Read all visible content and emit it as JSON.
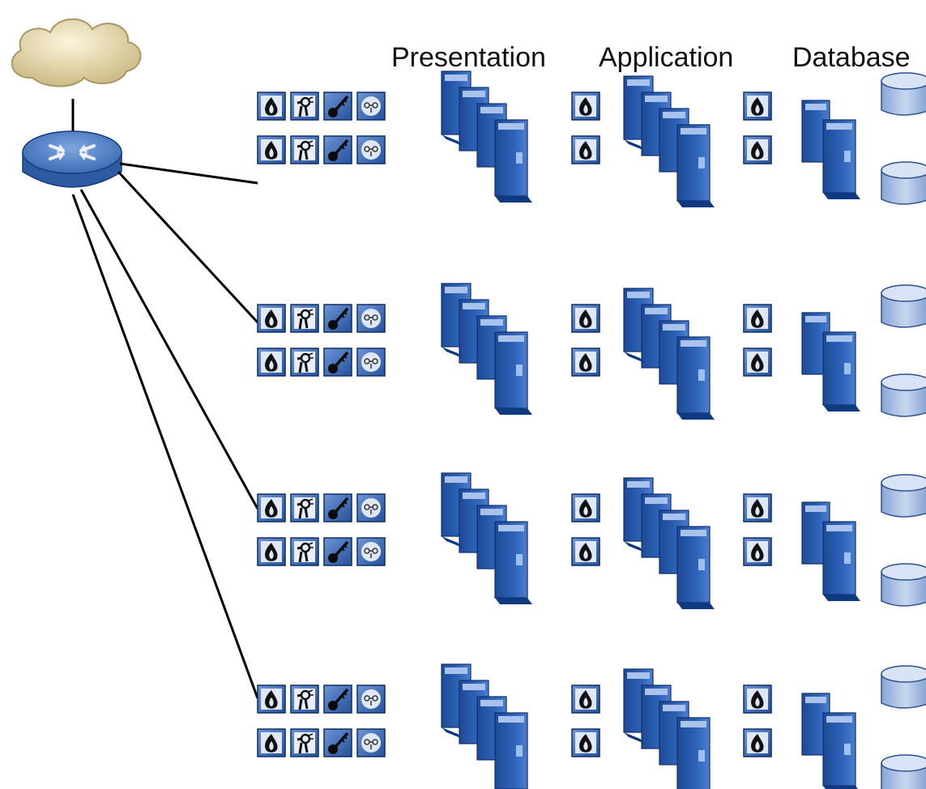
{
  "header": {
    "columns": [
      {
        "label": "Presentation"
      },
      {
        "label": "Application"
      },
      {
        "label": "Database"
      }
    ]
  },
  "colors": {
    "server_dark": "#1f4e9a",
    "server_mid": "#3b6fc2",
    "server_light": "#8fb1e6",
    "icon_tile": "#3a68b5",
    "router": "#4f7fc4",
    "cloud": "#cfc08e",
    "db": "#a9bfe4",
    "link": "#000000"
  },
  "icons": {
    "internet": "cloud-icon",
    "router": "router-icon",
    "security_modules": [
      "antivirus-flame-icon",
      "intrusion-detection-icon",
      "key-icon",
      "monitor-icon"
    ],
    "server": "server-tower-icon",
    "database": "database-cylinder-icon"
  },
  "clusters": [
    {
      "name": "cluster-1"
    },
    {
      "name": "cluster-2"
    },
    {
      "name": "cluster-3"
    },
    {
      "name": "cluster-4"
    }
  ]
}
